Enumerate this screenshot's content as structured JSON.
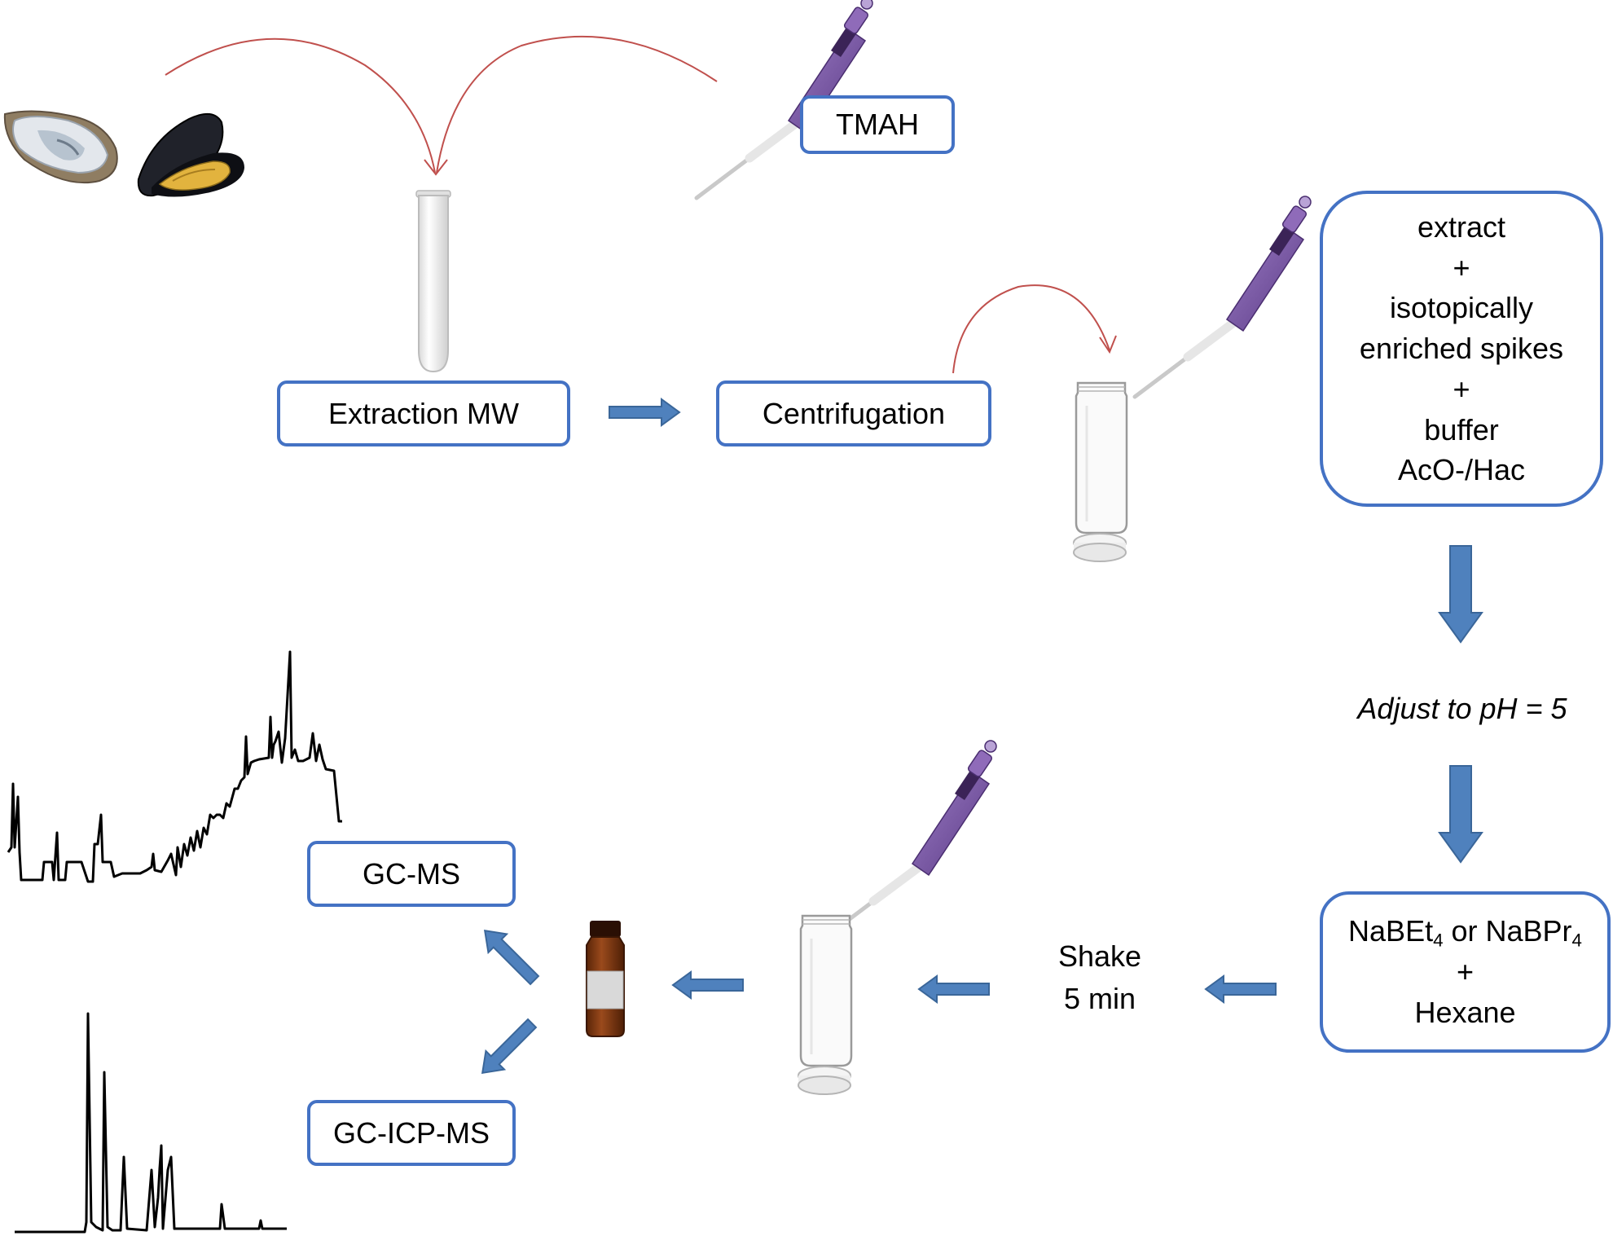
{
  "boxes": {
    "tmah": "TMAH",
    "extraction": "Extraction MW",
    "centrifugation": "Centrifugation",
    "gcms": "GC-MS",
    "gcicpms": "GC-ICP-MS"
  },
  "mixture_box": {
    "lines": [
      "extract",
      "+",
      "isotopically",
      "enriched spikes",
      "+",
      "buffer",
      "AcO-/Hac"
    ]
  },
  "reagent_box": {
    "line1_part1": "NaBEt",
    "line1_sub1": "4",
    "line1_mid": " or NaBPr",
    "line1_sub2": "4",
    "line2": "+",
    "line3": "Hexane"
  },
  "step_labels": {
    "adjust_ph": "Adjust to pH = 5",
    "shake_line1": "Shake",
    "shake_line2": "5 min"
  },
  "colors": {
    "box_border": "#4472c4",
    "flow_arrow_fill": "#4f81bd",
    "flow_arrow_stroke": "#3a6699",
    "curve_arrow": "#c0504d",
    "pipette_body": "#7b5aa6",
    "vial_amber": "#7a3a14"
  },
  "icons": [
    "oyster-icon",
    "mussel-icon",
    "test-tube-icon",
    "pipette-icon",
    "glass-vial-icon",
    "amber-vial-icon",
    "chromatogram-icon"
  ]
}
